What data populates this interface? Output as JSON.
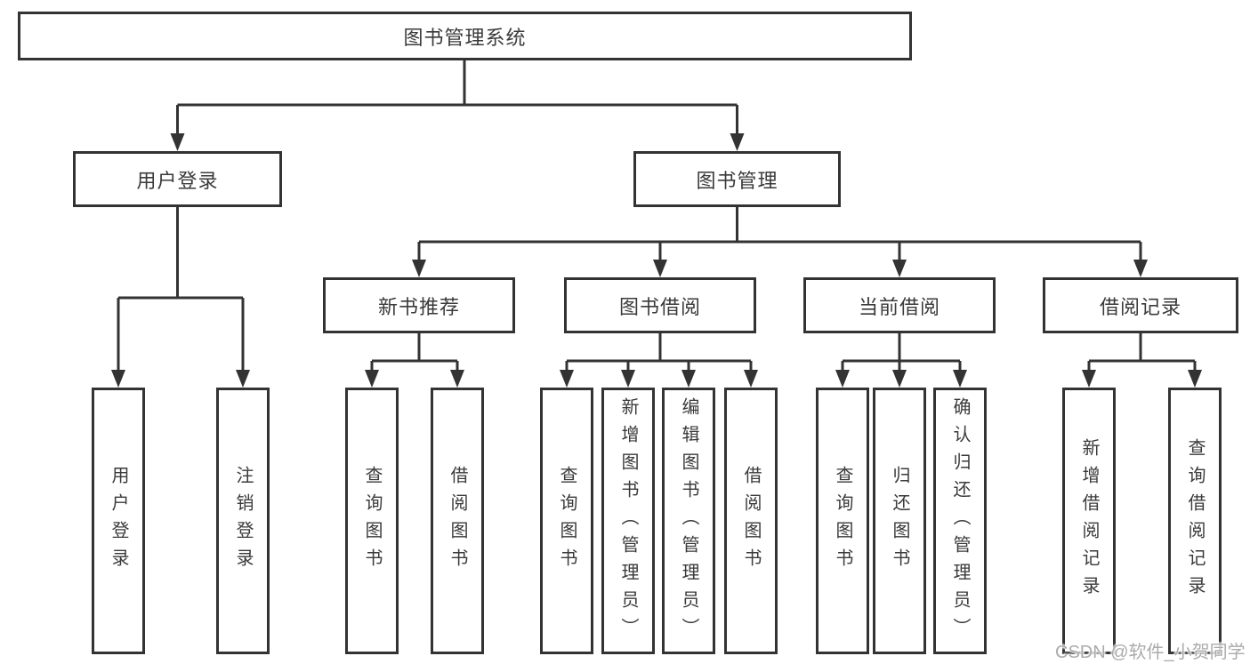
{
  "diagram": {
    "title": "图书管理系统",
    "level2": [
      {
        "label": "用户登录"
      },
      {
        "label": "图书管理"
      }
    ],
    "level3": [
      {
        "label": "新书推荐"
      },
      {
        "label": "图书借阅"
      },
      {
        "label": "当前借阅"
      },
      {
        "label": "借阅记录"
      }
    ],
    "leaves": [
      {
        "label": "用户登录"
      },
      {
        "label": "注销登录"
      },
      {
        "label": "查询图书"
      },
      {
        "label": "借阅图书"
      },
      {
        "label": "查询图书"
      },
      {
        "label": "新增图书（管理员）"
      },
      {
        "label": "编辑图书（管理员）"
      },
      {
        "label": "借阅图书"
      },
      {
        "label": "查询图书"
      },
      {
        "label": "归还图书"
      },
      {
        "label": "确认归还（管理员）"
      },
      {
        "label": "新增借阅记录"
      },
      {
        "label": "查询借阅记录"
      }
    ]
  },
  "watermark": {
    "text": "CSDN @软件_小贺同学"
  },
  "colors": {
    "line": "#333333",
    "text": "#3a3a3a",
    "background": "#ffffff",
    "watermark": "#ababab"
  }
}
